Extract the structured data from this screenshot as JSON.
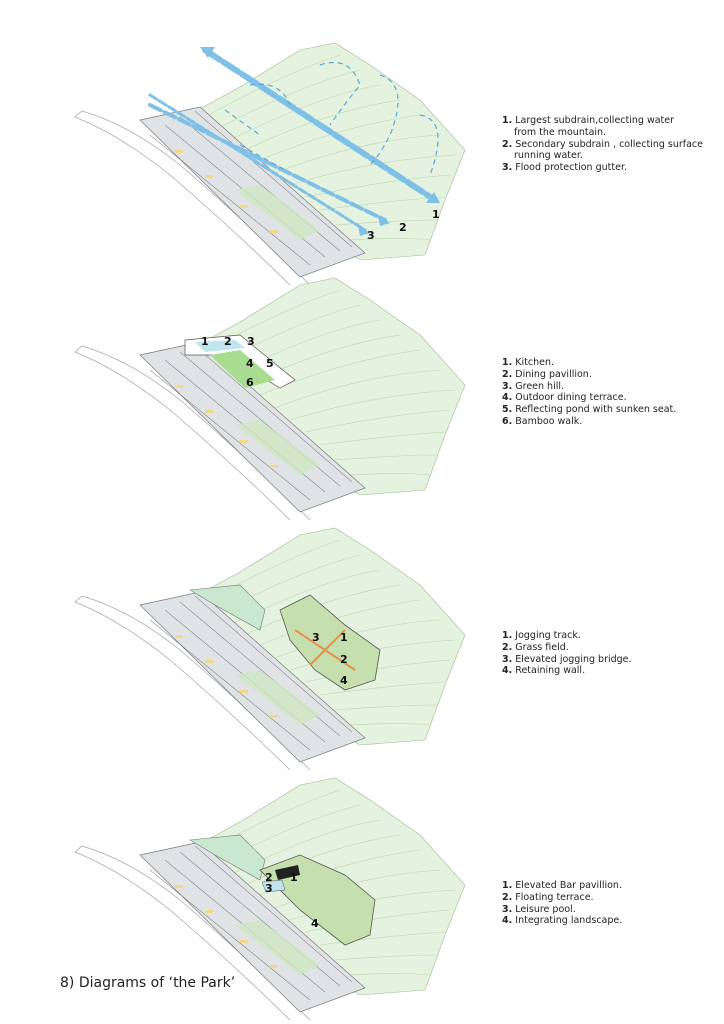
{
  "panels": [
    {
      "markers": [
        "1",
        "2",
        "3"
      ],
      "legend": [
        {
          "num": "1.",
          "text": "Largest subdrain,collecting water",
          "cont": "from the mountain."
        },
        {
          "num": "2.",
          "text": "Secondary subdrain , collecting surface",
          "cont": "running water."
        },
        {
          "num": "3.",
          "text": "Flood protection gutter."
        }
      ]
    },
    {
      "markers": [
        "1",
        "2",
        "3",
        "4",
        "5",
        "6"
      ],
      "legend": [
        {
          "num": "1.",
          "text": "Kitchen."
        },
        {
          "num": "2.",
          "text": "Dining pavillion."
        },
        {
          "num": "3.",
          "text": "Green hill."
        },
        {
          "num": "4.",
          "text": "Outdoor dining  terrace."
        },
        {
          "num": "5.",
          "text": "Reflecting pond with sunken seat."
        },
        {
          "num": "6.",
          "text": "Bamboo walk."
        }
      ]
    },
    {
      "markers": [
        "1",
        "2",
        "3",
        "4"
      ],
      "legend": [
        {
          "num": "1.",
          "text": "Jogging track."
        },
        {
          "num": "2.",
          "text": "Grass field."
        },
        {
          "num": "3.",
          "text": "Elevated jogging bridge."
        },
        {
          "num": "4.",
          "text": "Retaining wall."
        }
      ]
    },
    {
      "markers": [
        "1",
        "2",
        "3",
        "4"
      ],
      "legend": [
        {
          "num": "1.",
          "text": "Elevated Bar pavillion."
        },
        {
          "num": "2.",
          "text": "Floating terrace."
        },
        {
          "num": "3.",
          "text": "Leisure pool."
        },
        {
          "num": "4.",
          "text": "Integrating landscape."
        }
      ]
    }
  ],
  "caption": "8) Diagrams of ‘the Park’",
  "colors": {
    "mountain": "#e6f2e0",
    "contour": "#b9d6ad",
    "water": "#7fc0e6",
    "green": "#a8dc90",
    "jog": "#e8904a"
  }
}
